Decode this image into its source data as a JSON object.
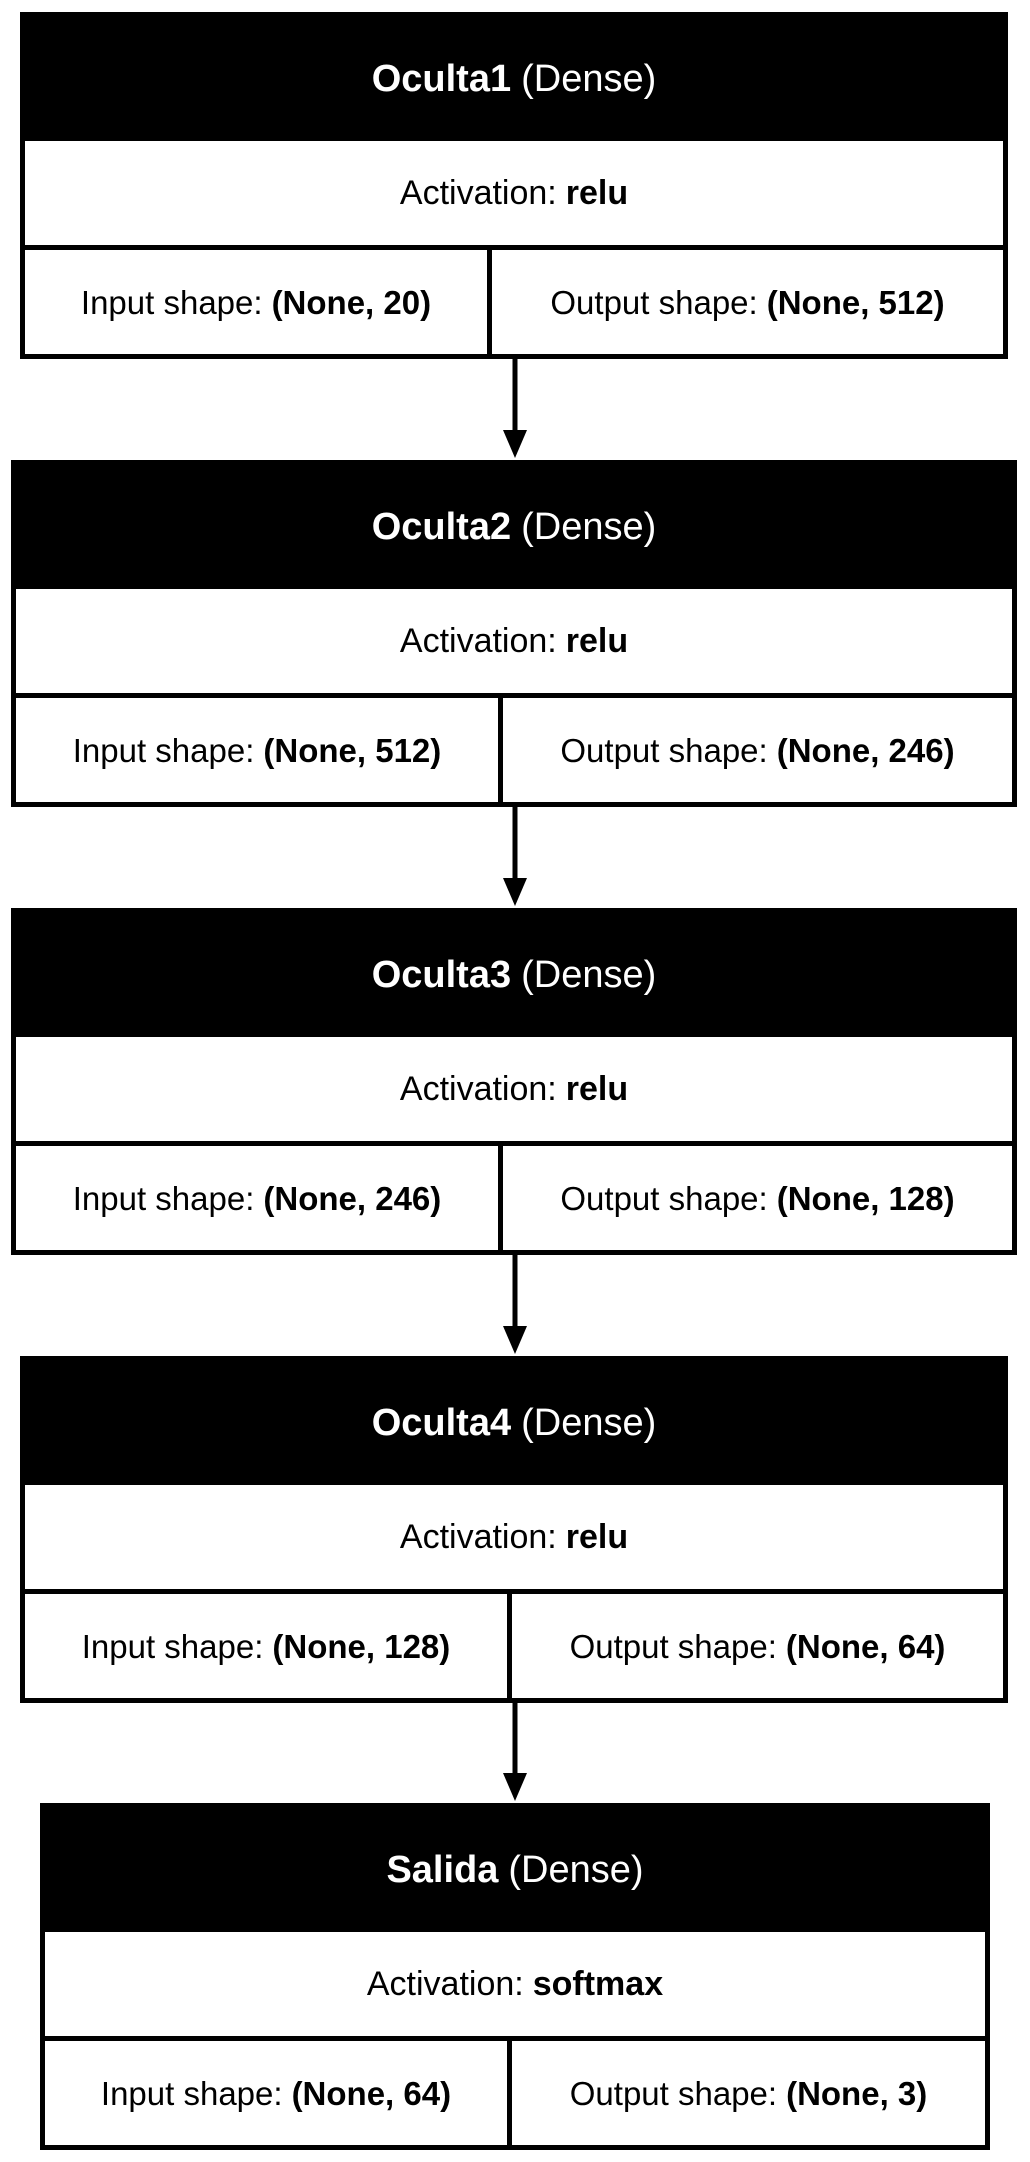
{
  "layers": [
    {
      "name": "Oculta1",
      "type": "(Dense)",
      "activation_label": "Activation:",
      "activation": "relu",
      "input_label": "Input shape:",
      "input_shape": "(None, 20)",
      "output_label": "Output shape:",
      "output_shape": "(None, 512)"
    },
    {
      "name": "Oculta2",
      "type": "(Dense)",
      "activation_label": "Activation:",
      "activation": "relu",
      "input_label": "Input shape:",
      "input_shape": "(None, 512)",
      "output_label": "Output shape:",
      "output_shape": "(None, 246)"
    },
    {
      "name": "Oculta3",
      "type": "(Dense)",
      "activation_label": "Activation:",
      "activation": "relu",
      "input_label": "Input shape:",
      "input_shape": "(None, 246)",
      "output_label": "Output shape:",
      "output_shape": "(None, 128)"
    },
    {
      "name": "Oculta4",
      "type": "(Dense)",
      "activation_label": "Activation:",
      "activation": "relu",
      "input_label": "Input shape:",
      "input_shape": "(None, 128)",
      "output_label": "Output shape:",
      "output_shape": "(None, 64)"
    },
    {
      "name": "Salida",
      "type": "(Dense)",
      "activation_label": "Activation:",
      "activation": "softmax",
      "input_label": "Input shape:",
      "input_shape": "(None, 64)",
      "output_label": "Output shape:",
      "output_shape": "(None, 3)"
    }
  ]
}
